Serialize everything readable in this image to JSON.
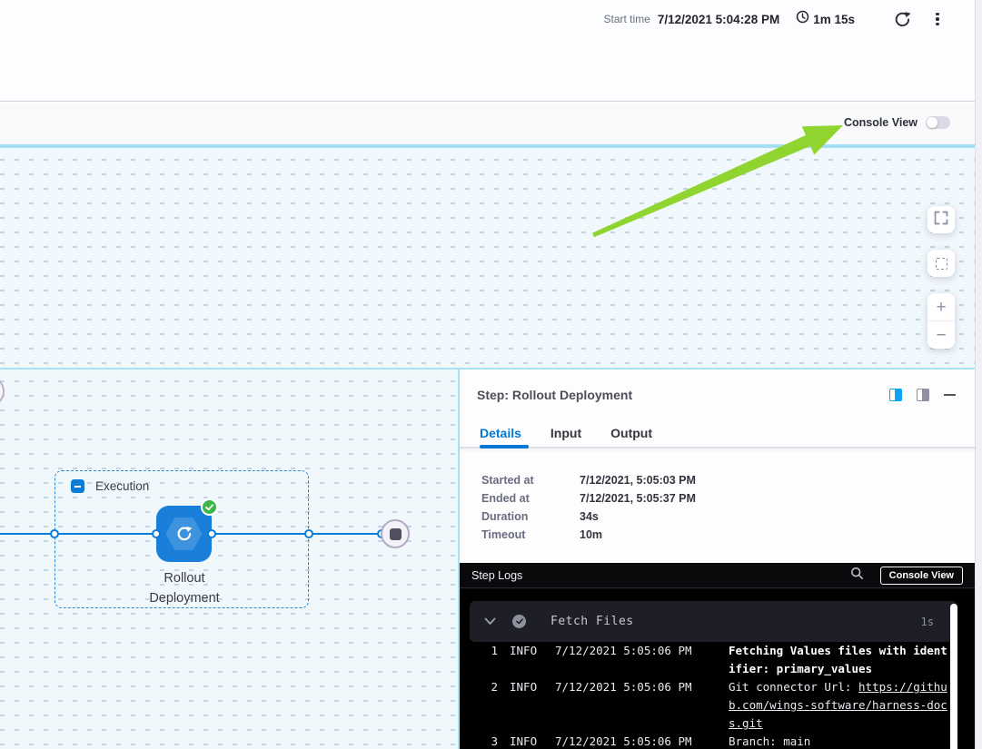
{
  "header": {
    "start_time_label": "Start time",
    "start_time_value": "7/12/2021 5:04:28 PM",
    "elapsed": "1m 15s"
  },
  "subbar": {
    "console_view_label": "Console View",
    "toggle_state": "off"
  },
  "canvas": {
    "zoom_controls": [
      "fullscreen",
      "fit-to-screen",
      "zoom-in",
      "zoom-out"
    ],
    "zoom_in_glyph": "+",
    "zoom_out_glyph": "−"
  },
  "graph": {
    "group_label": "Execution",
    "node_label_line1": "Rollout",
    "node_label_line2": "Deployment",
    "node_status": "success"
  },
  "panel": {
    "title": "Step: Rollout Deployment",
    "tabs": [
      {
        "label": "Details",
        "active": true
      },
      {
        "label": "Input",
        "active": false
      },
      {
        "label": "Output",
        "active": false
      }
    ],
    "details": [
      {
        "label": "Started at",
        "value": "7/12/2021, 5:05:03 PM"
      },
      {
        "label": "Ended at",
        "value": "7/12/2021, 5:05:37 PM"
      },
      {
        "label": "Duration",
        "value": "34s"
      },
      {
        "label": "Timeout",
        "value": "10m"
      }
    ]
  },
  "logs": {
    "title": "Step Logs",
    "console_view_button": "Console View",
    "group": {
      "name": "Fetch Files",
      "duration": "1s",
      "status": "success"
    },
    "entries": [
      {
        "num": "1",
        "level": "INFO",
        "time": "7/12/2021 5:05:06 PM",
        "message": "Fetching Values files with identifier: primary_values"
      },
      {
        "num": "2",
        "level": "INFO",
        "time": "7/12/2021 5:05:06 PM",
        "message_prefix": "Git connector Url: ",
        "link": "https://github.com/wings-software/harness-docs.git"
      },
      {
        "num": "3",
        "level": "INFO",
        "time": "7/12/2021 5:05:06 PM",
        "message": "Branch: main"
      }
    ]
  },
  "icons": {
    "refresh": "circular-arrow",
    "kebab-menu": "three-vertical-dots",
    "clock": "clock-face",
    "search": "magnifier",
    "check": "checkmark",
    "chevron-down": "v-chevron",
    "fullscreen": "corner-brackets",
    "fit-to-screen": "dashed-square",
    "annotation-arrow": "green-arrow"
  },
  "colors": {
    "accent_blue": "#0278d5",
    "node_blue": "#1a7fd8",
    "success_green": "#3cb549",
    "annotation_green": "#90d430",
    "canvas_divider_blue": "#a3def4",
    "log_bg": "#000000",
    "log_group_bg": "#1e1e27"
  }
}
